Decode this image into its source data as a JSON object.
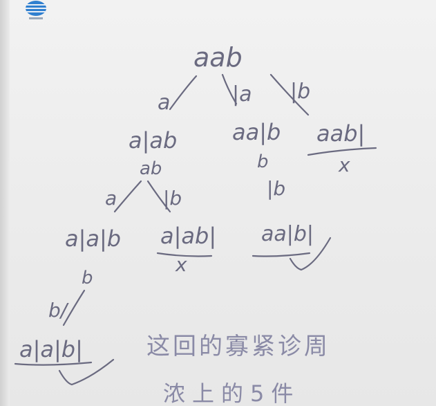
{
  "tree": {
    "root": "aab",
    "root_branches": [
      "a",
      "|a",
      "|b"
    ],
    "level1": {
      "left": "a|ab",
      "middle": "aa|b",
      "right": "aab|",
      "right_mark": "x"
    },
    "left_sub_remaining": "ab",
    "left_sub_branches": [
      "a",
      "|b"
    ],
    "level2": {
      "left": "a|a|b",
      "right": "a|ab|",
      "right_mark": "x"
    },
    "middle_sub_remaining": "b",
    "middle_sub_branch": "|b",
    "level2_middle": "aa|b|",
    "level2_middle_mark": "✓",
    "leftmost_sub_remaining": "b",
    "leftmost_sub_branch": "b/",
    "level3": "a|a|b|",
    "level3_mark": "✓"
  },
  "scribble_lines": [
    "这回的寡紧诊周",
    "浓上的5件"
  ]
}
